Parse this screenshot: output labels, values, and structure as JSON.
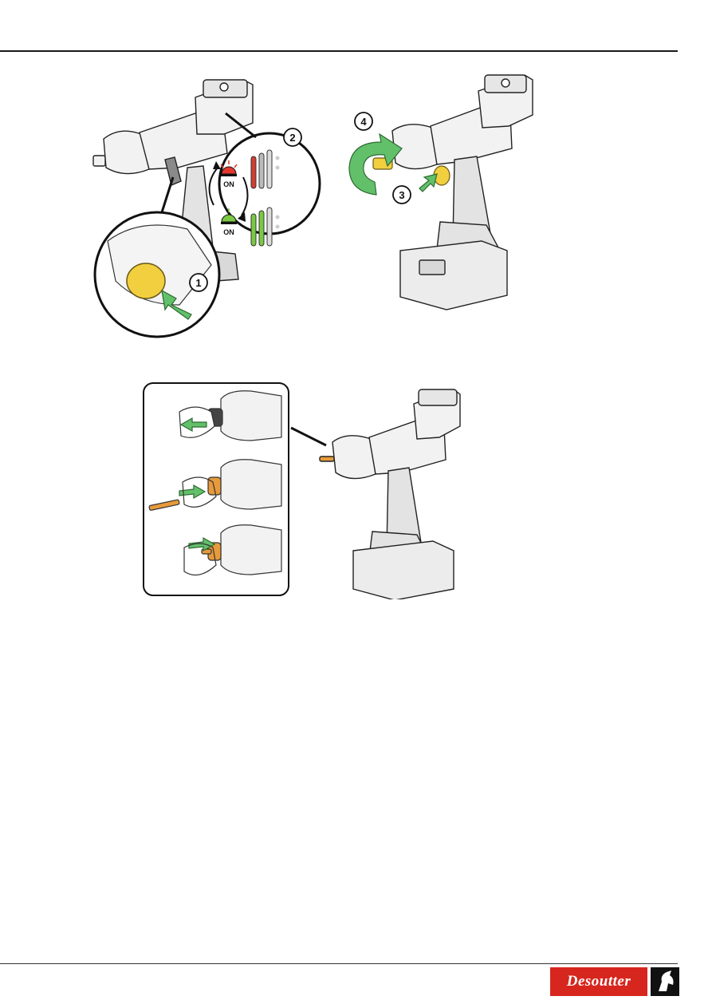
{
  "steps": {
    "step1": "1",
    "step2": "2",
    "step3": "3",
    "step4": "4"
  },
  "indicator": {
    "on_red": "ON",
    "on_green": "ON"
  },
  "logo": {
    "wordmark": "Desoutter"
  },
  "colors": {
    "accent_green": "#63c06a",
    "release_yellow": "#f2cf3f",
    "bit_orange": "#e79a3b",
    "brand_red": "#d7261e",
    "led_red": "#e3372e",
    "led_green": "#7ac943"
  },
  "icons": [
    "push-arrow-icon",
    "rotate-arrow-icon",
    "pull-arrow-icon",
    "led-light-icon"
  ]
}
